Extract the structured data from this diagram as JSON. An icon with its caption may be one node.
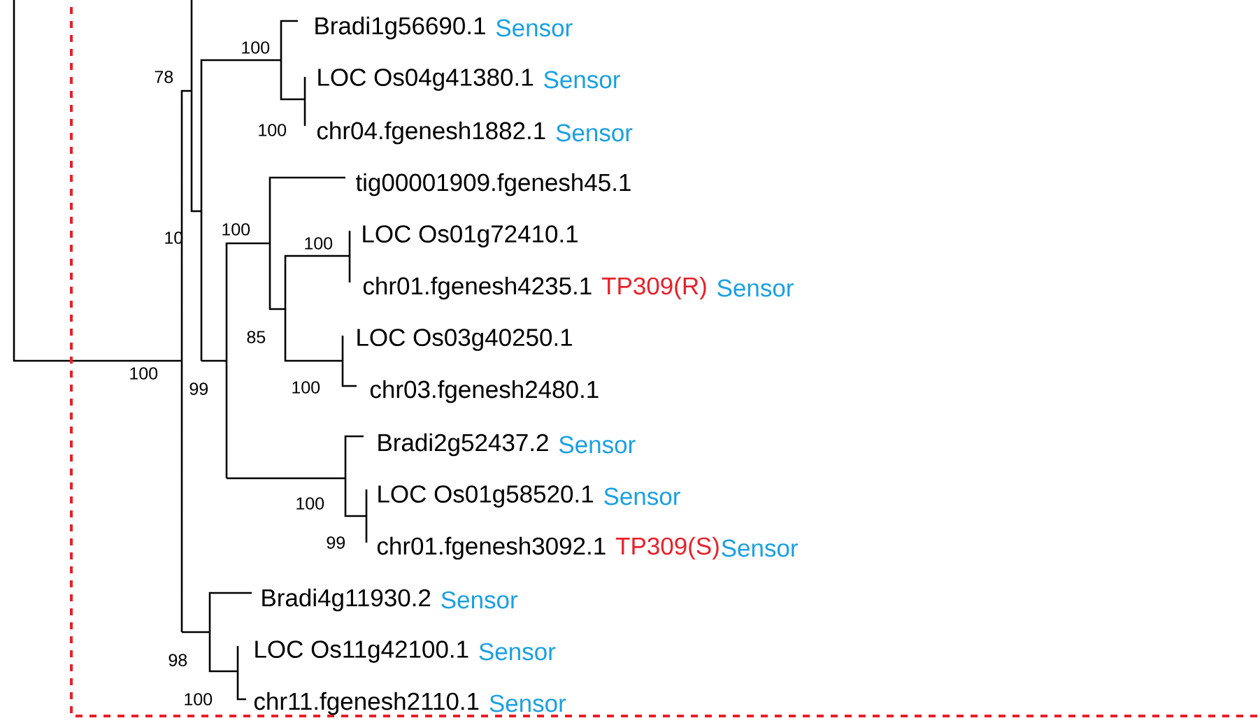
{
  "diagram": {
    "labels": [
      "Bradi1g56690.1",
      "Sensor",
      "100",
      "78",
      "LOC Os04g41380.1",
      "Sensor",
      "100",
      "chr04.fgenesh1882.1",
      "Sensor",
      "tig00001909.fgenesh45.1",
      "100",
      "10",
      "100",
      "LOC Os01g72410.1",
      "chr01.fgenesh4235.1",
      "TP309(R)",
      "Sensor",
      "85",
      "LOC Os03g40250.1",
      "100",
      "99",
      "100",
      "chr03.fgenesh2480.1",
      "Bradi2g52437.2",
      "Sensor",
      "LOC Os01g58520.1",
      "Sensor",
      "100",
      "99",
      "chr01.fgenesh3092.1",
      "TP309(S)",
      "Sensor",
      "Bradi4g11930.2",
      "Sensor",
      "98",
      "LOC Os11g42100.1",
      "Sensor",
      "100",
      "chr11.fgenesh2110.1",
      "Sensor"
    ]
  }
}
